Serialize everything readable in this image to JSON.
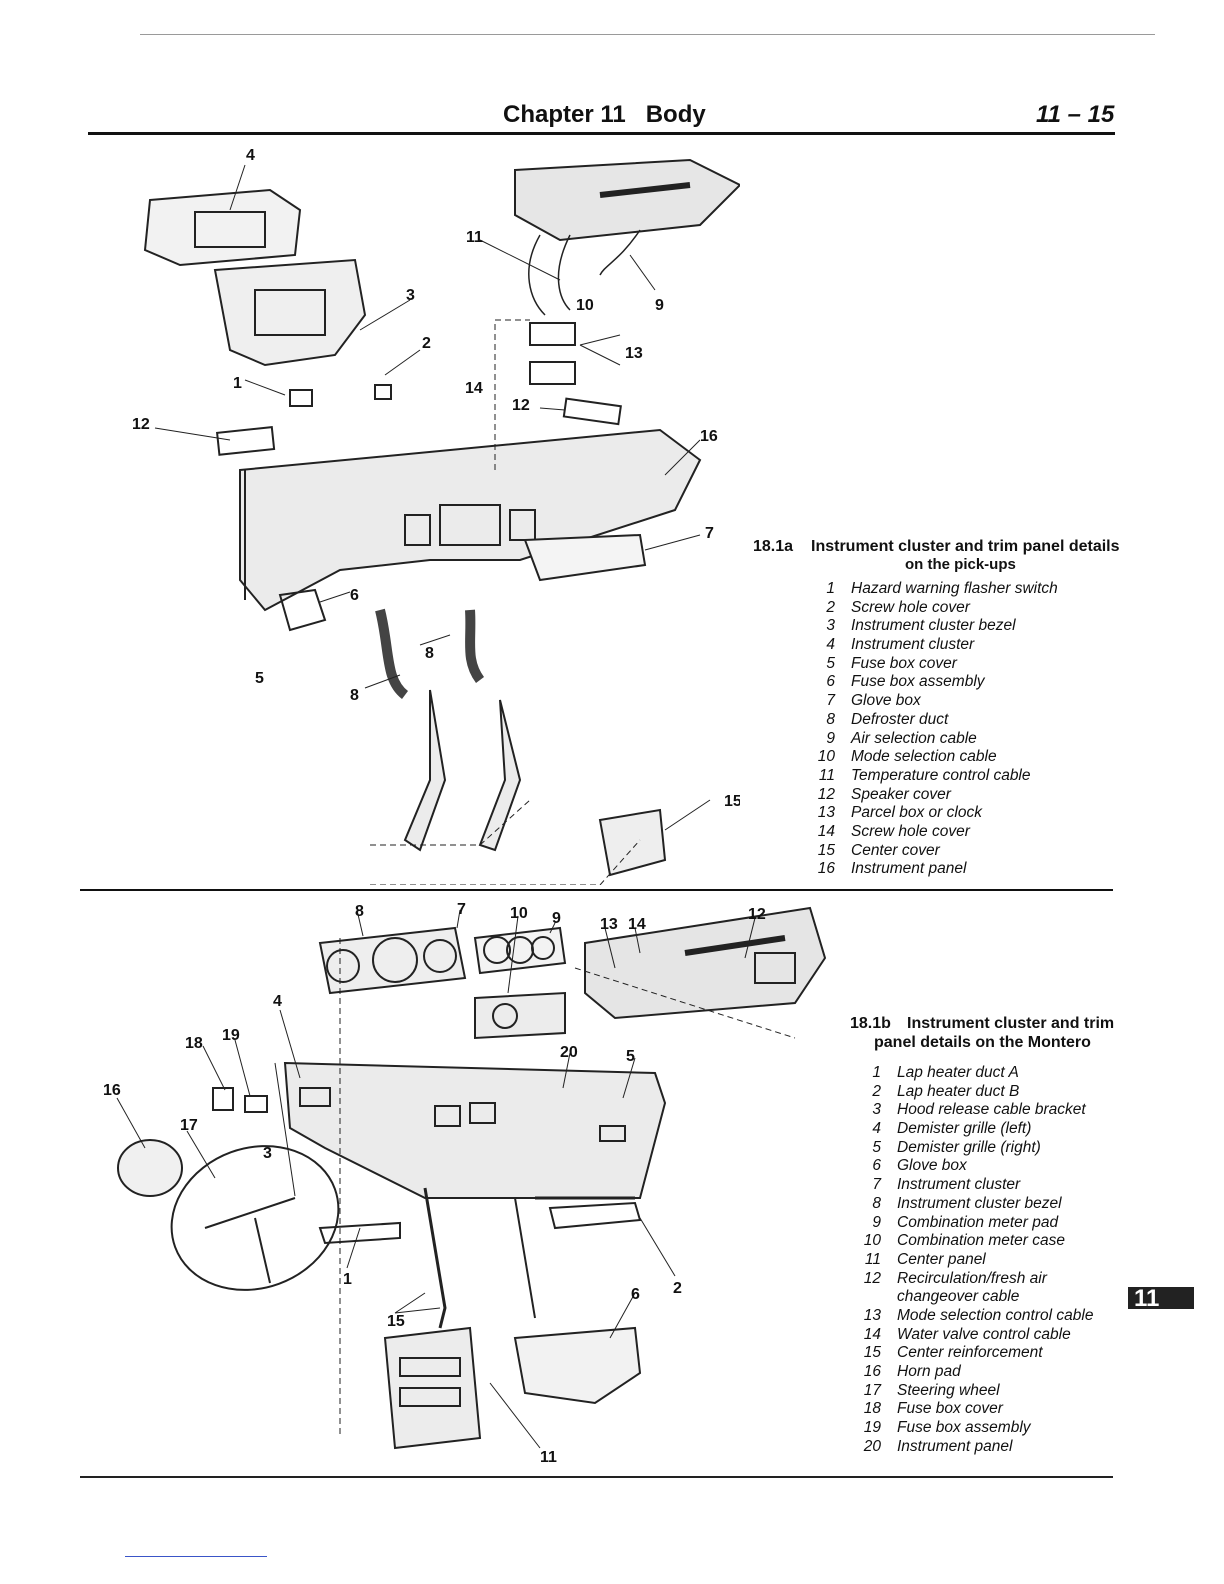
{
  "header": {
    "chapter": "Chapter 11   Body",
    "page": "11 – 15"
  },
  "figure_a": {
    "number": "18.1a",
    "title": "Instrument cluster and trim panel details",
    "subtitle": "on the pick-ups",
    "callouts": [
      "4",
      "11",
      "10",
      "9",
      "3",
      "2",
      "13",
      "1",
      "14",
      "12",
      "12",
      "16",
      "7",
      "6",
      "8",
      "5",
      "8",
      "15"
    ],
    "legend": [
      {
        "n": "1",
        "t": "Hazard warning flasher switch"
      },
      {
        "n": "2",
        "t": "Screw hole cover"
      },
      {
        "n": "3",
        "t": "Instrument cluster bezel"
      },
      {
        "n": "4",
        "t": "Instrument cluster"
      },
      {
        "n": "5",
        "t": "Fuse box cover"
      },
      {
        "n": "6",
        "t": "Fuse box assembly"
      },
      {
        "n": "7",
        "t": "Glove box"
      },
      {
        "n": "8",
        "t": "Defroster duct"
      },
      {
        "n": "9",
        "t": "Air selection cable"
      },
      {
        "n": "10",
        "t": "Mode selection cable"
      },
      {
        "n": "11",
        "t": "Temperature control cable"
      },
      {
        "n": "12",
        "t": "Speaker cover"
      },
      {
        "n": "13",
        "t": "Parcel box or clock"
      },
      {
        "n": "14",
        "t": "Screw hole cover"
      },
      {
        "n": "15",
        "t": "Center cover"
      },
      {
        "n": "16",
        "t": "Instrument panel"
      }
    ]
  },
  "figure_b": {
    "number": "18.1b",
    "title": "Instrument cluster and trim",
    "subtitle": "panel details on the Montero",
    "callouts": [
      "8",
      "7",
      "10",
      "9",
      "13",
      "14",
      "12",
      "4",
      "18",
      "19",
      "20",
      "5",
      "16",
      "17",
      "3",
      "1",
      "15",
      "6",
      "2",
      "11"
    ],
    "legend": [
      {
        "n": "1",
        "t": "Lap heater duct A"
      },
      {
        "n": "2",
        "t": "Lap heater duct B"
      },
      {
        "n": "3",
        "t": "Hood release cable bracket"
      },
      {
        "n": "4",
        "t": "Demister grille (left)"
      },
      {
        "n": "5",
        "t": "Demister grille (right)"
      },
      {
        "n": "6",
        "t": "Glove box"
      },
      {
        "n": "7",
        "t": "Instrument cluster"
      },
      {
        "n": "8",
        "t": "Instrument cluster bezel"
      },
      {
        "n": "9",
        "t": "Combination meter pad"
      },
      {
        "n": "10",
        "t": "Combination meter case"
      },
      {
        "n": "11",
        "t": "Center panel"
      },
      {
        "n": "12",
        "t": "Recirculation/fresh air"
      },
      {
        "n": "",
        "t": "changeover cable"
      },
      {
        "n": "13",
        "t": "Mode selection control cable"
      },
      {
        "n": "14",
        "t": "Water valve control cable"
      },
      {
        "n": "15",
        "t": "Center reinforcement"
      },
      {
        "n": "16",
        "t": "Horn pad"
      },
      {
        "n": "17",
        "t": "Steering wheel"
      },
      {
        "n": "18",
        "t": "Fuse box cover"
      },
      {
        "n": "19",
        "t": "Fuse box assembly"
      },
      {
        "n": "20",
        "t": "Instrument panel"
      }
    ]
  },
  "tab": {
    "label": "11"
  }
}
